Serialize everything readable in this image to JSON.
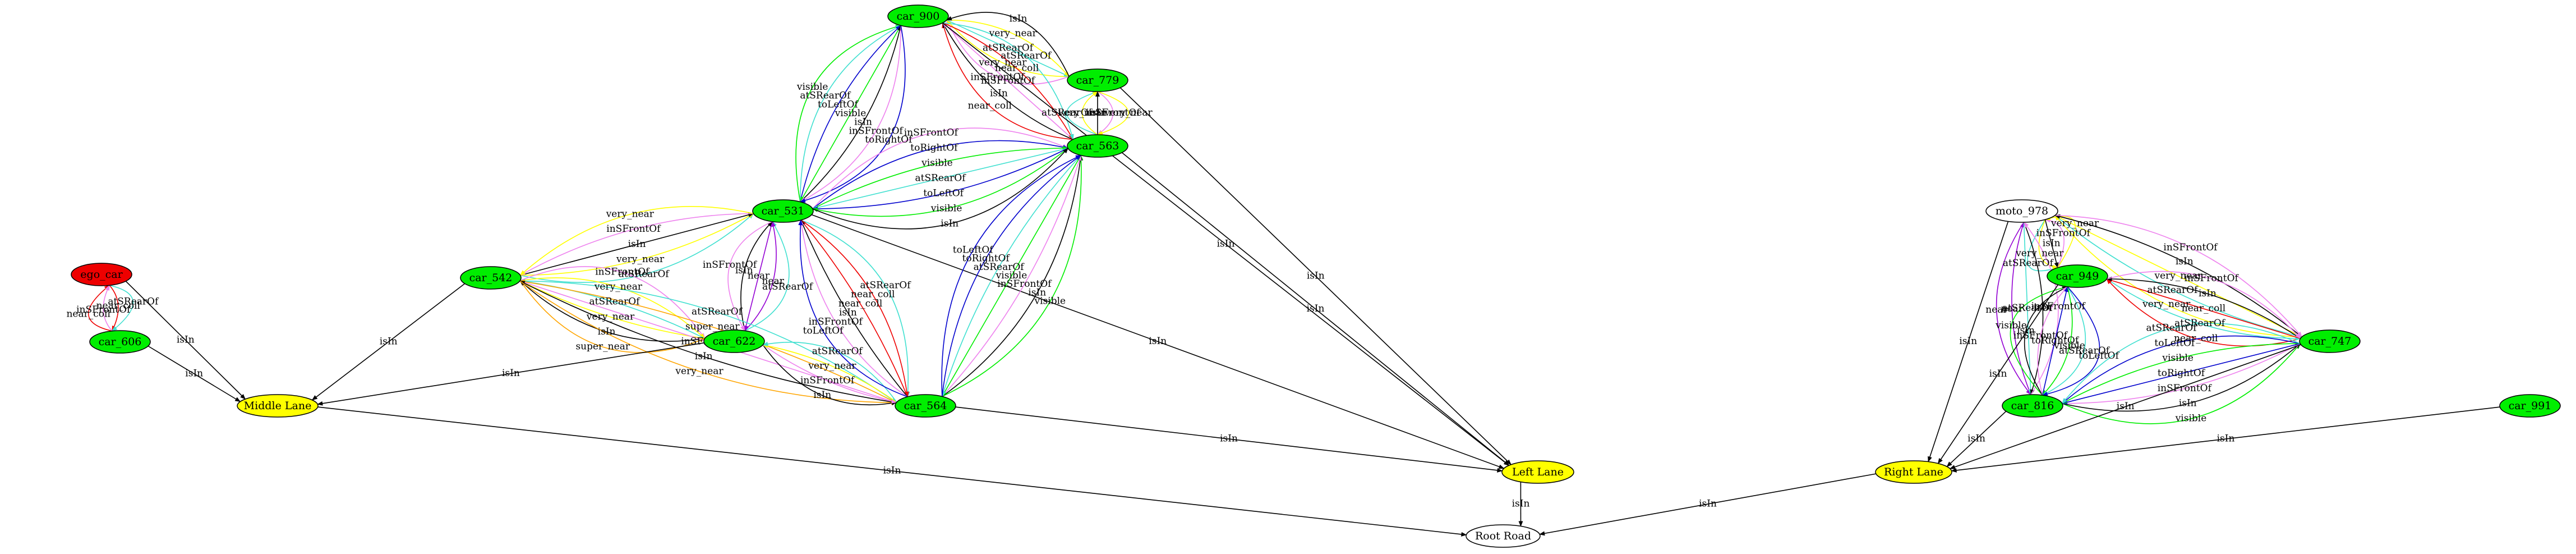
{
  "graph": {
    "nodes": [
      {
        "id": "car_900",
        "label": "car_900",
        "fill": "#00ee00"
      },
      {
        "id": "car_779",
        "label": "car_779",
        "fill": "#00ee00"
      },
      {
        "id": "car_563",
        "label": "car_563",
        "fill": "#00ee00"
      },
      {
        "id": "car_531",
        "label": "car_531",
        "fill": "#00ee00"
      },
      {
        "id": "car_542",
        "label": "car_542",
        "fill": "#00ee00"
      },
      {
        "id": "car_622",
        "label": "car_622",
        "fill": "#00ee00"
      },
      {
        "id": "car_564",
        "label": "car_564",
        "fill": "#00ee00"
      },
      {
        "id": "ego_car",
        "label": "ego_car",
        "fill": "#ee0000"
      },
      {
        "id": "car_606",
        "label": "car_606",
        "fill": "#00ee00"
      },
      {
        "id": "middle_lane",
        "label": "Middle Lane",
        "fill": "#ffff00"
      },
      {
        "id": "left_lane",
        "label": "Left Lane",
        "fill": "#ffff00"
      },
      {
        "id": "root_road",
        "label": "Root Road",
        "fill": "#ffffff"
      },
      {
        "id": "moto_978",
        "label": "moto_978",
        "fill": "#ffffff"
      },
      {
        "id": "car_949",
        "label": "car_949",
        "fill": "#00ee00"
      },
      {
        "id": "car_747",
        "label": "car_747",
        "fill": "#00ee00"
      },
      {
        "id": "car_816",
        "label": "car_816",
        "fill": "#00ee00"
      },
      {
        "id": "car_991",
        "label": "car_991",
        "fill": "#00ee00"
      },
      {
        "id": "right_lane",
        "label": "Right Lane",
        "fill": "#ffff00"
      }
    ],
    "edges": [
      {
        "from": "car_779",
        "to": "car_900",
        "label": "inSFrontOf",
        "color": "#ee82ee"
      },
      {
        "from": "car_779",
        "to": "car_900",
        "label": "very_near",
        "color": "#ffff00"
      },
      {
        "from": "car_900",
        "to": "car_779",
        "label": "atSRearOf",
        "color": "#40e0d0"
      },
      {
        "from": "car_900",
        "to": "car_779",
        "label": "very_near",
        "color": "#ffff00"
      },
      {
        "from": "car_779",
        "to": "car_900",
        "label": "isIn",
        "color": "#000000"
      },
      {
        "from": "car_563",
        "to": "car_900",
        "label": "near_coll",
        "color": "#ee0000"
      },
      {
        "from": "car_563",
        "to": "car_900",
        "label": "isIn",
        "color": "#000000"
      },
      {
        "from": "car_563",
        "to": "car_900",
        "label": "inSFrontOf",
        "color": "#ee82ee"
      },
      {
        "from": "car_900",
        "to": "car_563",
        "label": "near_coll",
        "color": "#ee0000"
      },
      {
        "from": "car_900",
        "to": "car_563",
        "label": "atSRearOf",
        "color": "#40e0d0"
      },
      {
        "from": "car_563",
        "to": "car_779",
        "label": "atSRearOf",
        "color": "#40e0d0"
      },
      {
        "from": "car_563",
        "to": "car_779",
        "label": "very_near",
        "color": "#ffff00"
      },
      {
        "from": "car_563",
        "to": "car_779",
        "label": "isIn",
        "color": "#000000"
      },
      {
        "from": "car_779",
        "to": "car_563",
        "label": "inSFrontOf",
        "color": "#ee82ee"
      },
      {
        "from": "car_779",
        "to": "car_563",
        "label": "very_near",
        "color": "#ffff00"
      },
      {
        "from": "car_531",
        "to": "car_900",
        "label": "visible",
        "color": "#00ee00"
      },
      {
        "from": "car_531",
        "to": "car_900",
        "label": "atSRearOf",
        "color": "#40e0d0"
      },
      {
        "from": "car_531",
        "to": "car_900",
        "label": "toLeftOf",
        "color": "#0000cd"
      },
      {
        "from": "car_900",
        "to": "car_531",
        "label": "visible",
        "color": "#00ee00"
      },
      {
        "from": "car_531",
        "to": "car_900",
        "label": "isIn",
        "color": "#000000"
      },
      {
        "from": "car_900",
        "to": "car_531",
        "label": "inSFrontOf",
        "color": "#ee82ee"
      },
      {
        "from": "car_900",
        "to": "car_531",
        "label": "toRightOf",
        "color": "#0000cd"
      },
      {
        "from": "car_531",
        "to": "car_563",
        "label": "inSFrontOf",
        "color": "#ee82ee"
      },
      {
        "from": "car_531",
        "to": "car_563",
        "label": "toRightOf",
        "color": "#0000cd"
      },
      {
        "from": "car_531",
        "to": "car_563",
        "label": "visible",
        "color": "#00ee00"
      },
      {
        "from": "car_563",
        "to": "car_531",
        "label": "atSRearOf",
        "color": "#40e0d0"
      },
      {
        "from": "car_563",
        "to": "car_531",
        "label": "toLeftOf",
        "color": "#0000cd"
      },
      {
        "from": "car_563",
        "to": "car_531",
        "label": "visible",
        "color": "#00ee00"
      },
      {
        "from": "car_531",
        "to": "car_563",
        "label": "isIn",
        "color": "#000000"
      },
      {
        "from": "car_900",
        "to": "left_lane",
        "label": "isIn",
        "color": "#000000"
      },
      {
        "from": "car_779",
        "to": "left_lane",
        "label": "isIn",
        "color": "#000000"
      },
      {
        "from": "car_563",
        "to": "left_lane",
        "label": "isIn",
        "color": "#000000"
      },
      {
        "from": "car_531",
        "to": "left_lane",
        "label": "isIn",
        "color": "#000000"
      },
      {
        "from": "car_542",
        "to": "car_531",
        "label": "atSRearOf",
        "color": "#40e0d0"
      },
      {
        "from": "car_542",
        "to": "car_531",
        "label": "very_near",
        "color": "#ffff00"
      },
      {
        "from": "car_542",
        "to": "car_531",
        "label": "isIn",
        "color": "#000000"
      },
      {
        "from": "car_531",
        "to": "car_542",
        "label": "inSFrontOf",
        "color": "#ee82ee"
      },
      {
        "from": "car_531",
        "to": "car_542",
        "label": "very_near",
        "color": "#ffff00"
      },
      {
        "from": "car_622",
        "to": "car_531",
        "label": "atSRearOf",
        "color": "#40e0d0"
      },
      {
        "from": "car_622",
        "to": "car_531",
        "label": "near",
        "color": "#9400d3"
      },
      {
        "from": "car_531",
        "to": "car_622",
        "label": "near",
        "color": "#9400d3"
      },
      {
        "from": "car_622",
        "to": "car_531",
        "label": "isIn",
        "color": "#000000"
      },
      {
        "from": "car_531",
        "to": "car_622",
        "label": "inSFrontOf",
        "color": "#ee82ee"
      },
      {
        "from": "car_531",
        "to": "car_564",
        "label": "atSRearOf",
        "color": "#40e0d0"
      },
      {
        "from": "car_531",
        "to": "car_564",
        "label": "near_coll",
        "color": "#ee0000"
      },
      {
        "from": "car_564",
        "to": "car_531",
        "label": "near_coll",
        "color": "#ee0000"
      },
      {
        "from": "car_564",
        "to": "car_531",
        "label": "isIn",
        "color": "#000000"
      },
      {
        "from": "car_564",
        "to": "car_531",
        "label": "inSFrontOf",
        "color": "#ee82ee"
      },
      {
        "from": "car_564",
        "to": "car_563",
        "label": "visible",
        "color": "#00ee00"
      },
      {
        "from": "car_564",
        "to": "car_563",
        "label": "isIn",
        "color": "#000000"
      },
      {
        "from": "car_564",
        "to": "car_563",
        "label": "inSFrontOf",
        "color": "#ee82ee"
      },
      {
        "from": "car_563",
        "to": "car_564",
        "label": "visible",
        "color": "#00ee00"
      },
      {
        "from": "car_563",
        "to": "car_564",
        "label": "atSRearOf",
        "color": "#40e0d0"
      },
      {
        "from": "car_564",
        "to": "car_563",
        "label": "toRightOf",
        "color": "#0000cd"
      },
      {
        "from": "car_564",
        "to": "car_563",
        "label": "toLeftOf",
        "color": "#0000cd"
      },
      {
        "from": "car_542",
        "to": "car_622",
        "label": "inSFrontOf",
        "color": "#ee82ee"
      },
      {
        "from": "car_542",
        "to": "car_622",
        "label": "very_near",
        "color": "#ffff00"
      },
      {
        "from": "car_622",
        "to": "car_542",
        "label": "atSRearOf",
        "color": "#40e0d0"
      },
      {
        "from": "car_622",
        "to": "car_542",
        "label": "very_near",
        "color": "#ffff00"
      },
      {
        "from": "car_622",
        "to": "car_542",
        "label": "isIn",
        "color": "#000000"
      },
      {
        "from": "car_542",
        "to": "car_622",
        "label": "super_near",
        "color": "#ffa500"
      },
      {
        "from": "car_542",
        "to": "car_564",
        "label": "atSRearOf",
        "color": "#40e0d0"
      },
      {
        "from": "car_564",
        "to": "car_542",
        "label": "super_near",
        "color": "#ffa500"
      },
      {
        "from": "car_542",
        "to": "car_564",
        "label": "inSFrontOf",
        "color": "#ee82ee"
      },
      {
        "from": "car_564",
        "to": "car_542",
        "label": "isIn",
        "color": "#000000"
      },
      {
        "from": "car_542",
        "to": "car_564",
        "label": "very_near",
        "color": "#ffa500"
      },
      {
        "from": "car_622",
        "to": "car_564",
        "label": "isIn",
        "color": "#000000"
      },
      {
        "from": "car_622",
        "to": "car_564",
        "label": "inSFrontOf",
        "color": "#ee82ee"
      },
      {
        "from": "car_564",
        "to": "car_622",
        "label": "very_near",
        "color": "#ffff00"
      },
      {
        "from": "car_564",
        "to": "car_622",
        "label": "atSRearOf",
        "color": "#40e0d0"
      },
      {
        "from": "car_564",
        "to": "car_531",
        "label": "toLeftOf",
        "color": "#0000cd"
      },
      {
        "from": "car_542",
        "to": "middle_lane",
        "label": "isIn",
        "color": "#000000"
      },
      {
        "from": "car_622",
        "to": "middle_lane",
        "label": "isIn",
        "color": "#000000"
      },
      {
        "from": "car_564",
        "to": "left_lane",
        "label": "isIn",
        "color": "#000000"
      },
      {
        "from": "car_606",
        "to": "ego_car",
        "label": "near_coll",
        "color": "#ee0000"
      },
      {
        "from": "car_606",
        "to": "ego_car",
        "label": "inSFrontOf",
        "color": "#ee82ee"
      },
      {
        "from": "ego_car",
        "to": "car_606",
        "label": "near_coll",
        "color": "#ee0000"
      },
      {
        "from": "ego_car",
        "to": "car_606",
        "label": "atSRearOf",
        "color": "#40e0d0"
      },
      {
        "from": "ego_car",
        "to": "middle_lane",
        "label": "isIn",
        "color": "#000000"
      },
      {
        "from": "car_606",
        "to": "middle_lane",
        "label": "isIn",
        "color": "#000000"
      },
      {
        "from": "middle_lane",
        "to": "root_road",
        "label": "isIn",
        "color": "#000000"
      },
      {
        "from": "left_lane",
        "to": "root_road",
        "label": "isIn",
        "color": "#000000"
      },
      {
        "from": "right_lane",
        "to": "root_road",
        "label": "isIn",
        "color": "#000000"
      },
      {
        "from": "moto_978",
        "to": "car_949",
        "label": "atSRearOf",
        "color": "#40e0d0"
      },
      {
        "from": "moto_978",
        "to": "car_949",
        "label": "very_near",
        "color": "#ffff00"
      },
      {
        "from": "moto_978",
        "to": "car_949",
        "label": "isIn",
        "color": "#000000"
      },
      {
        "from": "car_949",
        "to": "moto_978",
        "label": "inSFrontOf",
        "color": "#ee82ee"
      },
      {
        "from": "car_949",
        "to": "moto_978",
        "label": "very_near",
        "color": "#ffff00"
      },
      {
        "from": "moto_978",
        "to": "car_816",
        "label": "near",
        "color": "#9400d3"
      },
      {
        "from": "car_816",
        "to": "moto_978",
        "label": "near",
        "color": "#9400d3"
      },
      {
        "from": "moto_978",
        "to": "car_816",
        "label": "atSRearOf",
        "color": "#40e0d0"
      },
      {
        "from": "moto_978",
        "to": "car_816",
        "label": "isIn",
        "color": "#000000"
      },
      {
        "from": "car_816",
        "to": "moto_978",
        "label": "inSFrontOf",
        "color": "#ee82ee"
      },
      {
        "from": "moto_978",
        "to": "right_lane",
        "label": "isIn",
        "color": "#000000"
      },
      {
        "from": "car_747",
        "to": "moto_978",
        "label": "very_near",
        "color": "#ffff00"
      },
      {
        "from": "moto_978",
        "to": "car_747",
        "label": "atSRearOf",
        "color": "#40e0d0"
      },
      {
        "from": "car_747",
        "to": "moto_978",
        "label": "very_near",
        "color": "#ffff00"
      },
      {
        "from": "car_747",
        "to": "moto_978",
        "label": "isIn",
        "color": "#000000"
      },
      {
        "from": "moto_978",
        "to": "car_747",
        "label": "inSFrontOf",
        "color": "#ee82ee"
      },
      {
        "from": "car_747",
        "to": "car_949",
        "label": "near_coll",
        "color": "#ee0000"
      },
      {
        "from": "car_949",
        "to": "car_747",
        "label": "atSRearOf",
        "color": "#40e0d0"
      },
      {
        "from": "car_747",
        "to": "car_949",
        "label": "near_coll",
        "color": "#ee0000"
      },
      {
        "from": "car_747",
        "to": "car_949",
        "label": "isIn",
        "color": "#000000"
      },
      {
        "from": "car_949",
        "to": "car_747",
        "label": "inSFrontOf",
        "color": "#ee82ee"
      },
      {
        "from": "car_816",
        "to": "car_949",
        "label": "visible",
        "color": "#00ee00"
      },
      {
        "from": "car_816",
        "to": "car_949",
        "label": "isIn",
        "color": "#000000"
      },
      {
        "from": "car_816",
        "to": "car_949",
        "label": "inSFrontOf",
        "color": "#ee82ee"
      },
      {
        "from": "car_816",
        "to": "car_949",
        "label": "toRightOf",
        "color": "#0000cd"
      },
      {
        "from": "car_949",
        "to": "car_816",
        "label": "visible",
        "color": "#00ee00"
      },
      {
        "from": "car_949",
        "to": "car_816",
        "label": "atSRearOf",
        "color": "#40e0d0"
      },
      {
        "from": "car_949",
        "to": "car_816",
        "label": "toLeftOf",
        "color": "#0000cd"
      },
      {
        "from": "car_949",
        "to": "right_lane",
        "label": "isIn",
        "color": "#000000"
      },
      {
        "from": "car_816",
        "to": "car_747",
        "label": "visible",
        "color": "#00ee00"
      },
      {
        "from": "car_816",
        "to": "car_747",
        "label": "isIn",
        "color": "#000000"
      },
      {
        "from": "car_816",
        "to": "car_747",
        "label": "inSFrontOf",
        "color": "#ee82ee"
      },
      {
        "from": "car_747",
        "to": "car_816",
        "label": "toRightOf",
        "color": "#0000cd"
      },
      {
        "from": "car_747",
        "to": "car_816",
        "label": "visible",
        "color": "#00ee00"
      },
      {
        "from": "car_747",
        "to": "car_816",
        "label": "toLeftOf",
        "color": "#0000cd"
      },
      {
        "from": "car_747",
        "to": "car_816",
        "label": "atSRearOf",
        "color": "#40e0d0"
      },
      {
        "from": "car_747",
        "to": "right_lane",
        "label": "isIn",
        "color": "#000000"
      },
      {
        "from": "car_816",
        "to": "right_lane",
        "label": "isIn",
        "color": "#000000"
      },
      {
        "from": "car_991",
        "to": "right_lane",
        "label": "isIn",
        "color": "#000000"
      }
    ]
  }
}
